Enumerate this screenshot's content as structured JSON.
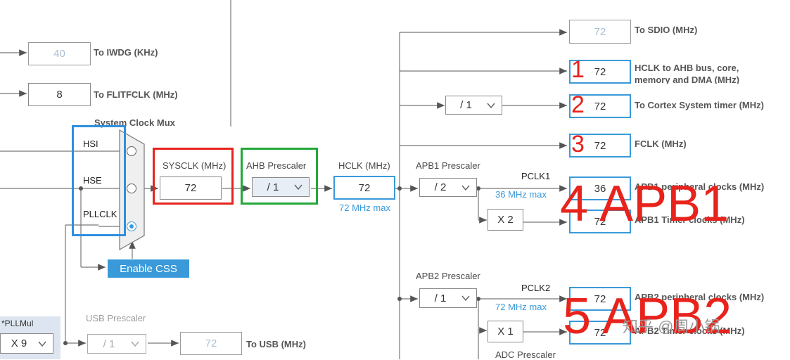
{
  "left_outputs": {
    "iwdg": {
      "value": "40",
      "label": "To IWDG (KHz)"
    },
    "flitf": {
      "value": "8",
      "label": "To FLITFCLK (MHz)"
    }
  },
  "mux": {
    "title": "System Clock Mux",
    "options": [
      "HSI",
      "HSE",
      "PLLCLK"
    ],
    "selected": "PLLCLK"
  },
  "enable_css": "Enable CSS",
  "sysclk": {
    "label": "SYSCLK (MHz)",
    "value": "72"
  },
  "ahb": {
    "label": "AHB Prescaler",
    "value": "/ 1"
  },
  "hclk": {
    "label": "HCLK (MHz)",
    "value": "72",
    "max": "72 MHz max"
  },
  "apb1": {
    "label": "APB1 Prescaler",
    "value": "/ 2",
    "pclk_label": "PCLK1",
    "max": "36 MHz max",
    "timer_mult": "X 2"
  },
  "apb2": {
    "label": "APB2 Prescaler",
    "value": "/ 1",
    "pclk_label": "PCLK2",
    "max": "72 MHz max",
    "timer_mult": "X 1"
  },
  "cortex_div": "/ 1",
  "adc_prescaler": "ADC Prescaler",
  "pllmul": {
    "label": "*PLLMul",
    "value": "X 9"
  },
  "usb": {
    "label": "USB Prescaler",
    "value": "/ 1",
    "out_value": "72",
    "out_label": "To USB (MHz)"
  },
  "right_outputs": [
    {
      "value": "72",
      "label": "To SDIO (MHz)"
    },
    {
      "value": "72",
      "label": "HCLK to AHB bus, core,",
      "label2": "memory and DMA (MHz)"
    },
    {
      "value": "72",
      "label": "To Cortex System timer (MHz)"
    },
    {
      "value": "72",
      "label": "FCLK (MHz)"
    },
    {
      "value": "36",
      "label": "APB1 peripheral clocks (MHz)"
    },
    {
      "value": "72",
      "label": "APB1 Timer clocks (MHz)"
    },
    {
      "value": "72",
      "label": "APB2 peripheral clocks (MHz)"
    },
    {
      "value": "72",
      "label": "APB2 Timer clocks (MHz)"
    }
  ],
  "annotations": {
    "n1": "1",
    "n2": "2",
    "n3": "3",
    "apb1_tag": "4  APB1",
    "apb2_tag": "5  APB2"
  },
  "watermark": "知乎 @周小锅",
  "colors": {
    "accent": "#3a9ad9",
    "red": "#e8231c",
    "green": "#22a838",
    "annot_blue": "#2f8fe0"
  }
}
